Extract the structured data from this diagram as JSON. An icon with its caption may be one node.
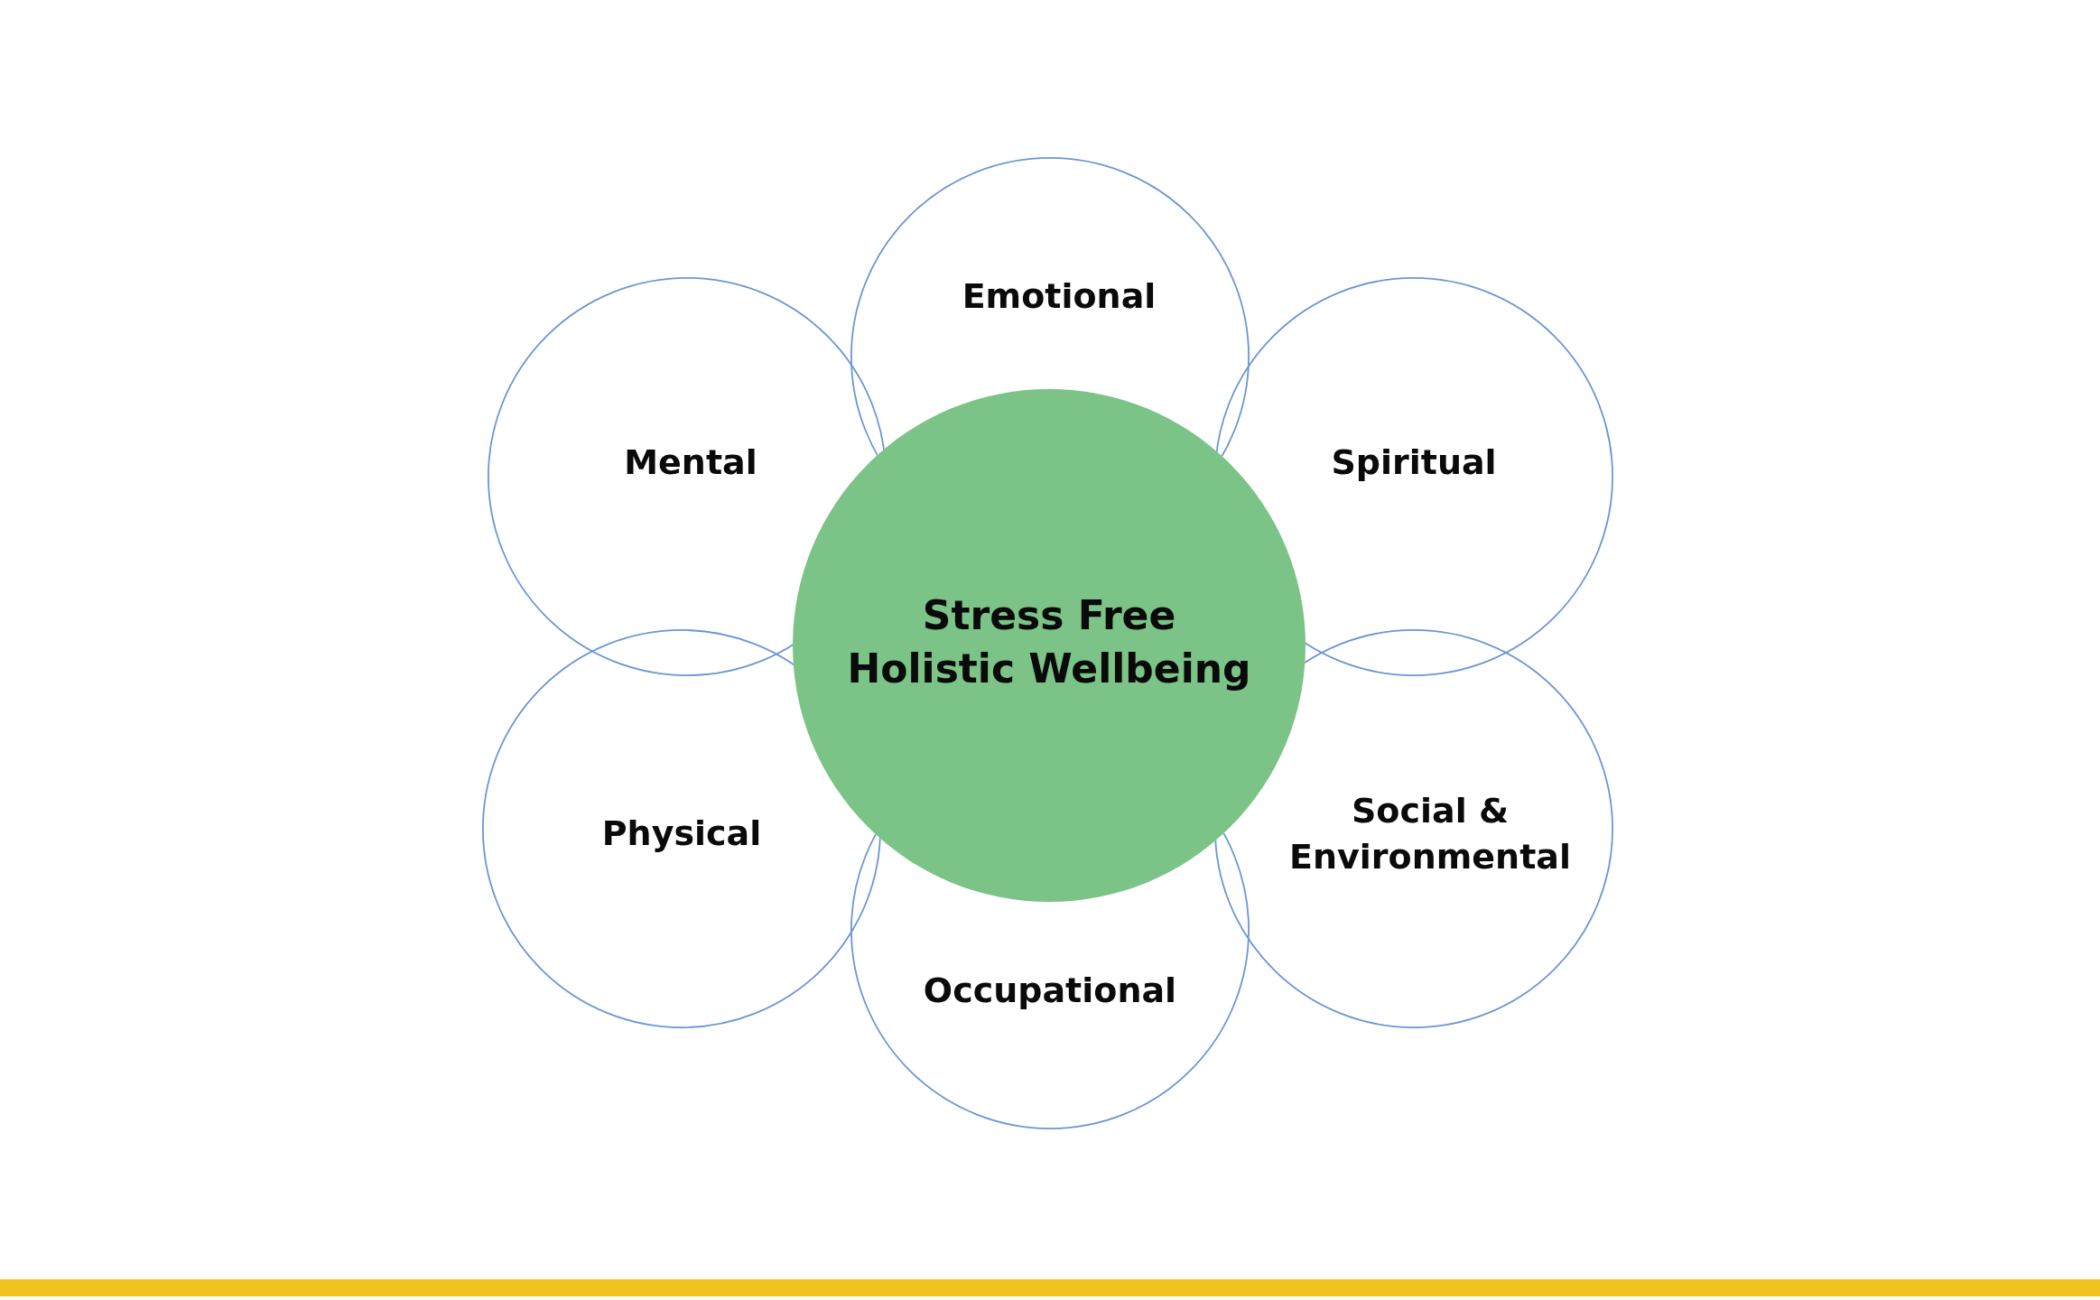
{
  "diagram": {
    "nodes": [
      {
        "text": [
          "Emotional"
        ]
      },
      {
        "text": [
          "Mental"
        ]
      },
      {
        "text": [
          "Spiritual"
        ]
      },
      {
        "text": [
          "Stress Free Holistic Wellbeing"
        ]
      },
      {
        "text": [
          "Physical"
        ]
      },
      {
        "text": [
          "Social & Environmental"
        ]
      },
      {
        "text": [
          "Occupational"
        ]
      }
    ]
  }
}
